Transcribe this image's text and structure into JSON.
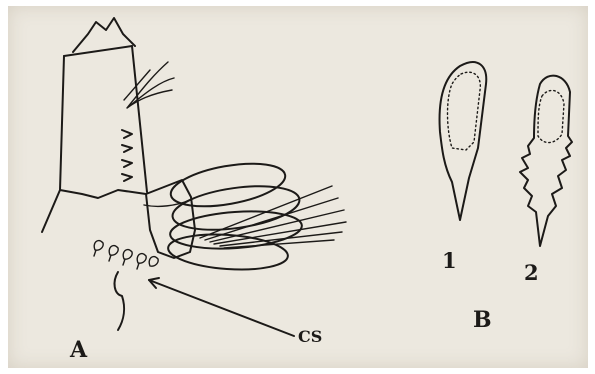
{
  "labels": {
    "panel_a": "A",
    "panel_b": "B",
    "structure_cs": "CS",
    "item_1": "1",
    "item_2": "2"
  }
}
